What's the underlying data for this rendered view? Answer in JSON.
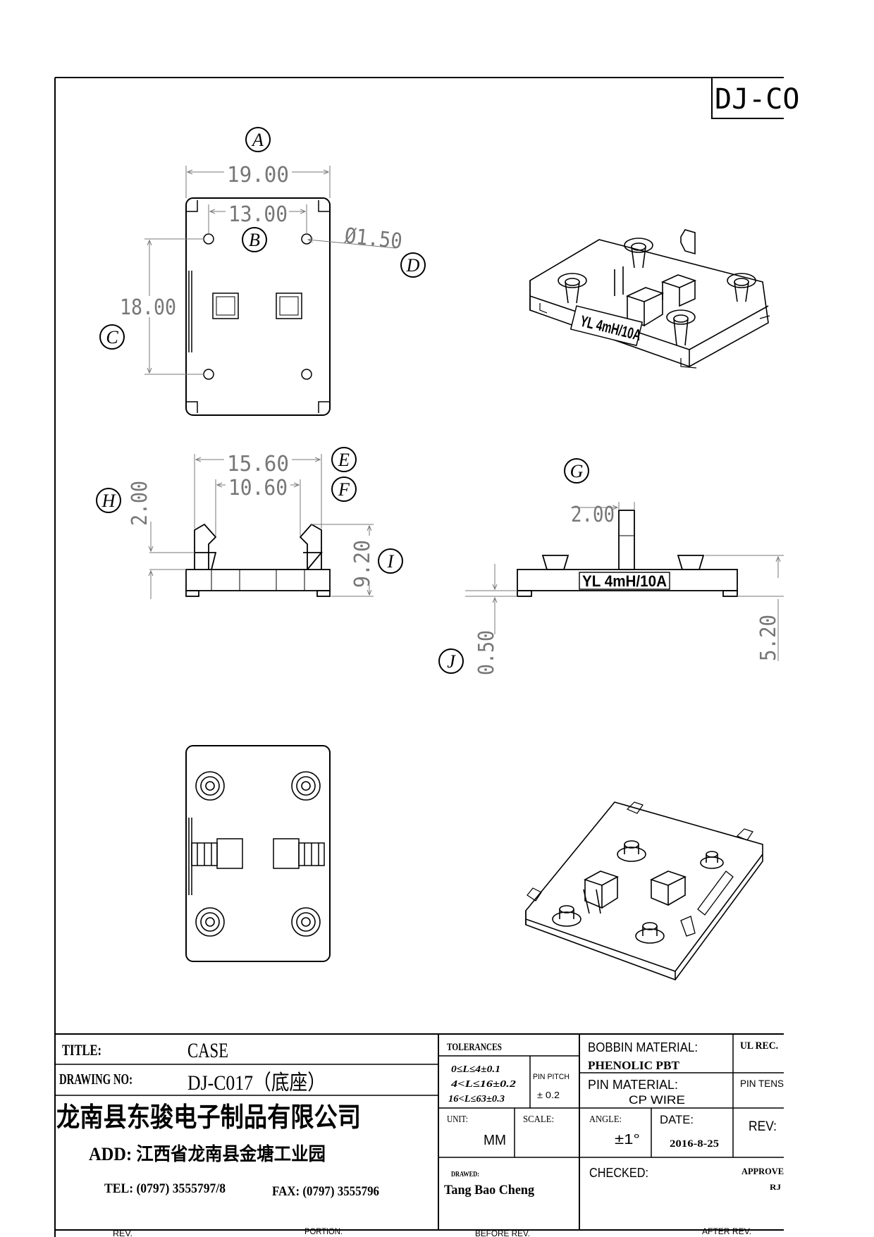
{
  "drawing_code": "DJ-CO",
  "balloons": {
    "a": "A",
    "b": "B",
    "c": "C",
    "d": "D",
    "e": "E",
    "f": "F",
    "g": "G",
    "h": "H",
    "i": "I",
    "j": "J"
  },
  "dims": {
    "width_19": "19.00",
    "pin_span_13": "13.00",
    "pin_dia": "Ø1.50",
    "height_18": "18.00",
    "w_15_6": "15.60",
    "w_10_6": "10.60",
    "h_2_00": "2.00",
    "h_9_20": "9.20",
    "g_2_00": "2.00",
    "j_0_50": "0.50",
    "h_5_20": "5.20"
  },
  "part_marking": "YL 4mH/10A",
  "title_block": {
    "title_label": "TITLE:",
    "title_value": "CASE",
    "drawing_no_label": "DRAWING NO:",
    "drawing_no_value": "DJ-C017（底座）",
    "company": "龙南县东骏电子制品有限公司",
    "address": "ADD: 江西省龙南县金塘工业园",
    "tel": "TEL: (0797) 3555797/8",
    "fax": "FAX: (0797) 3555796",
    "tolerances_label": "TOLERANCES",
    "tol_line1": "0≤L≤4±0.1",
    "tol_line2": "4<L≤16±0.2",
    "tol_line3": "16<L≤63±0.3",
    "pin_pitch_label": "PIN PITCH",
    "pin_pitch_value": "± 0.2",
    "bobbin_material_label": "BOBBIN MATERIAL:",
    "bobbin_material_value": "PHENOLIC  PBT",
    "ul_rec_label": "UL REC.",
    "pin_material_label": "PIN MATERIAL:",
    "pin_material_value": "CP  WIRE",
    "pin_tens_label": "PIN TENS",
    "unit_label": "UNIT:",
    "unit_value": "MM",
    "scale_label": "SCALE:",
    "angle_label": "ANGLE:",
    "angle_value": "±1°",
    "date_label": "DATE:",
    "date_value": "2016-8-25",
    "rev_label": "REV:",
    "drawn_label": "DRAWED:",
    "drawn_value": "Tang Bao Cheng",
    "checked_label": "CHECKED:",
    "approved_label": "APPROVE",
    "approved_value": "RJ",
    "rev_col": "REV.",
    "portion_col": "PORTION.",
    "before_rev_col": "BEFORE REV.",
    "after_rev_col": "AFTER REV."
  }
}
